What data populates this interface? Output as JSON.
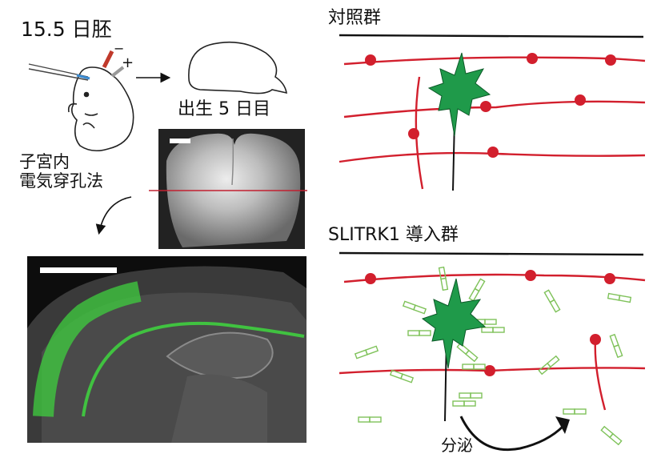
{
  "labels": {
    "embryo_age": "15.5 日胚",
    "birth_day": "出生 5 日目",
    "method_line1": "子宮内",
    "method_line2": "電気穿孔法",
    "control_group": "対照群",
    "slitrk_group": "SLITRK1 導入群",
    "secretion": "分泌",
    "plus_sign": "+",
    "minus_sign": "−"
  },
  "colors": {
    "axon_red": "#d21f2d",
    "neuron_green": "#1f9a4a",
    "protein_green": "#7fc25a",
    "section_green": "#3fcf3f"
  }
}
